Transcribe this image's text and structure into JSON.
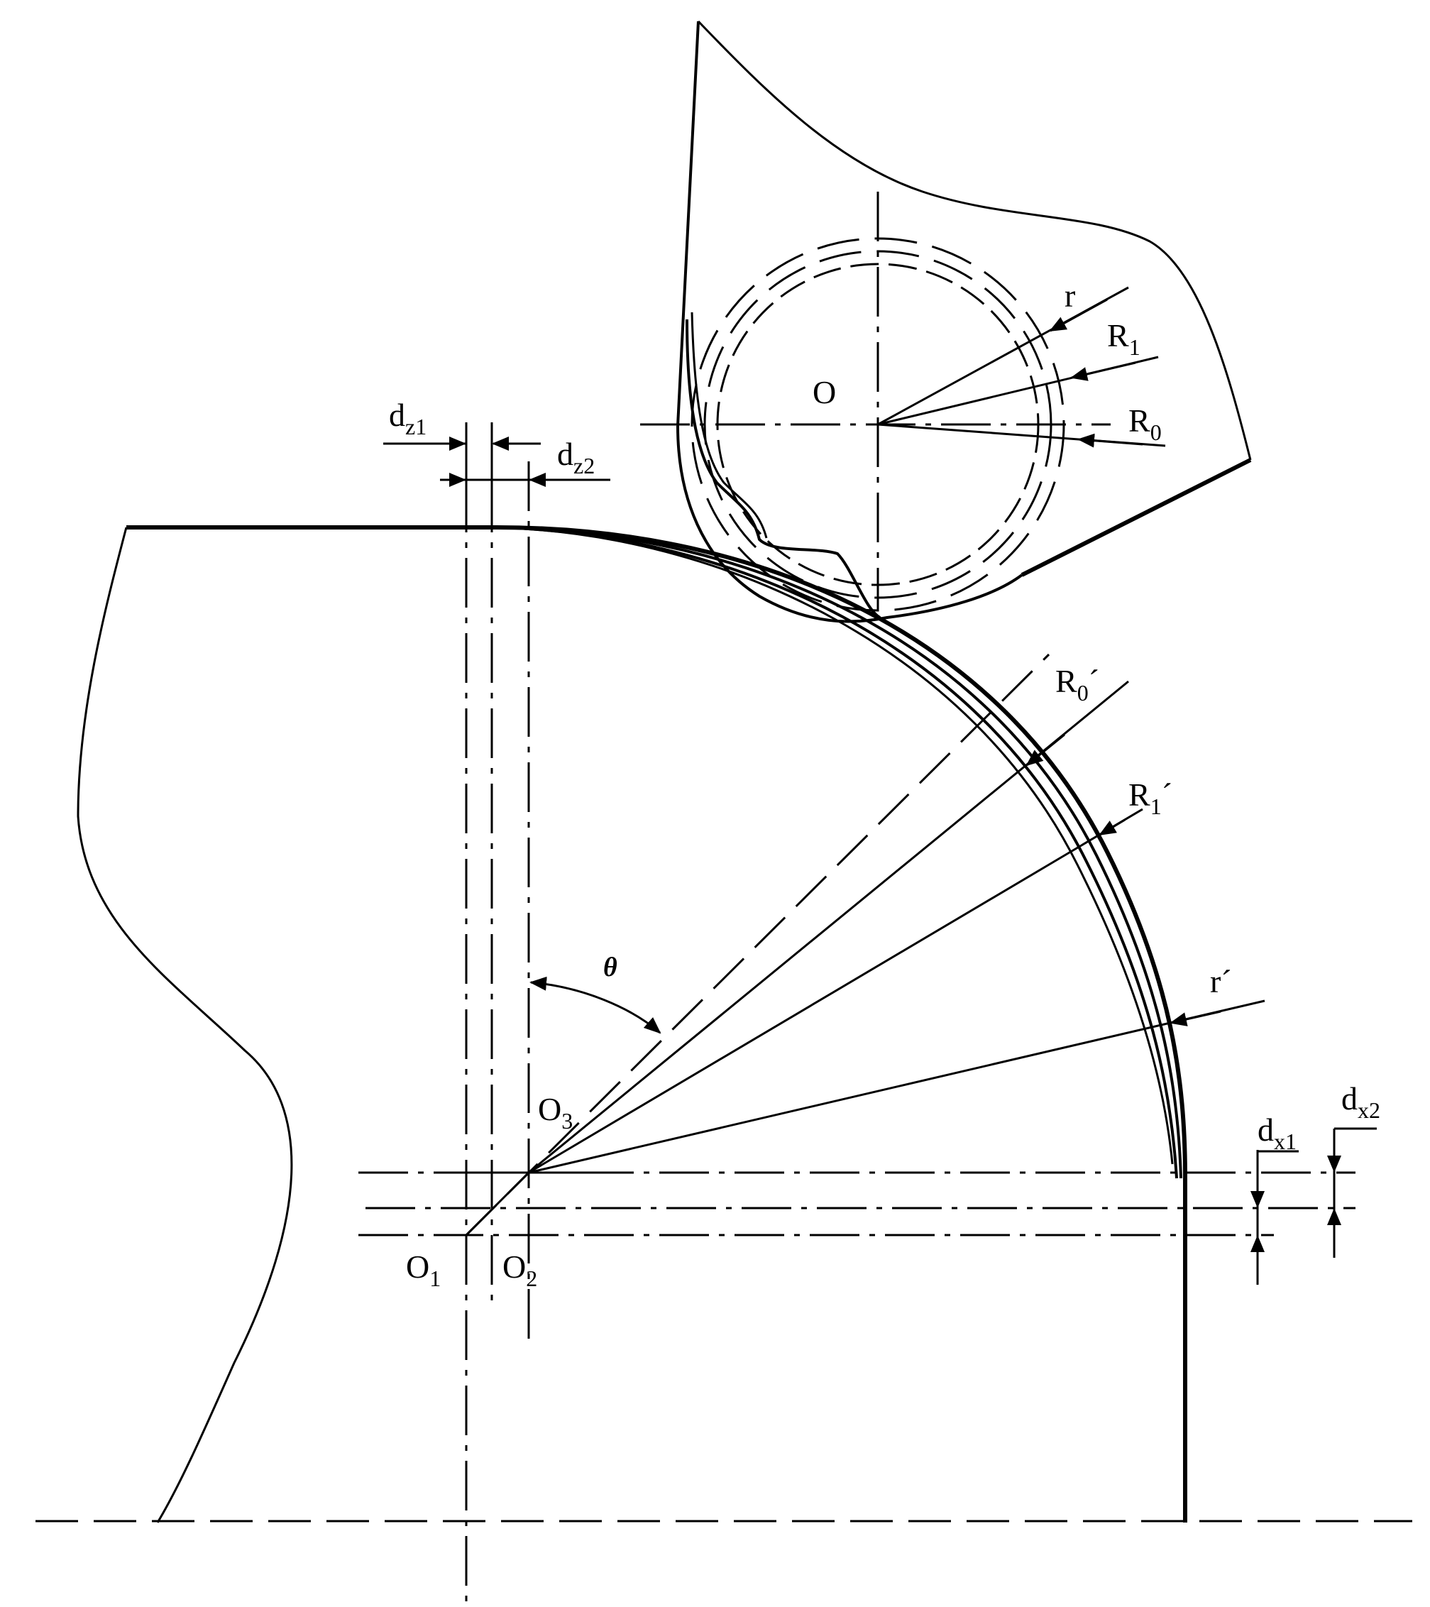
{
  "labels": {
    "center_O": "O",
    "r_upper": "r",
    "R1_base": "R",
    "R1_sub": "1",
    "R0_base": "R",
    "R0_sub": "0",
    "dz1_base": "d",
    "dz1_sub": "z1",
    "dz2_base": "d",
    "dz2_sub": "z2",
    "R0p_base": "R",
    "R0p_sub": "0",
    "R0p_prime": "´",
    "R1p_base": "R",
    "R1p_sub": "1",
    "R1p_prime": "´",
    "rp": "r´",
    "theta": "θ",
    "O3_base": "O",
    "O3_sub": "3",
    "O1_base": "O",
    "O1_sub": "1",
    "O2_base": "O",
    "O2_sub": "2",
    "dx1_base": "d",
    "dx1_sub": "x1",
    "dx2_base": "d",
    "dx2_sub": "x2"
  }
}
